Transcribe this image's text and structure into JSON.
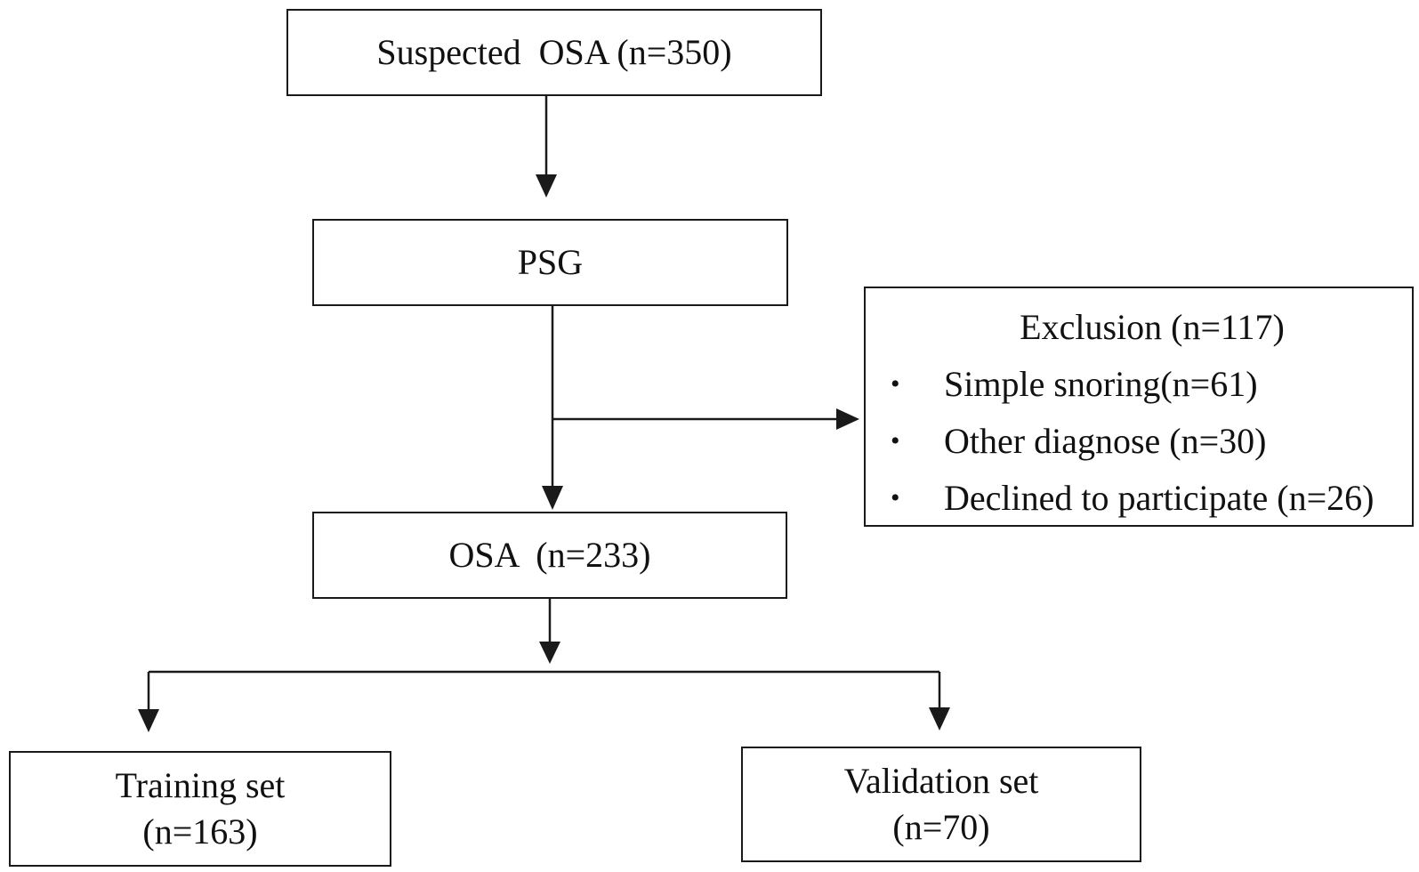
{
  "flowchart": {
    "suspected": {
      "label": "Suspected  OSA (n=350)"
    },
    "psg": {
      "label": "PSG"
    },
    "exclusion": {
      "title": "Exclusion (n=117)",
      "items": [
        {
          "label": "Simple snoring(n=61)"
        },
        {
          "label": "Other diagnose (n=30)"
        },
        {
          "label": "Declined to participate (n=26)"
        }
      ]
    },
    "osa": {
      "label": "OSA  (n=233)"
    },
    "training": {
      "line1": "Training set",
      "line2": "(n=163)"
    },
    "validation": {
      "line1": "Validation set",
      "line2": "(n=70)"
    }
  },
  "colors": {
    "stroke": "#1a1a1a",
    "background": "#ffffff"
  }
}
